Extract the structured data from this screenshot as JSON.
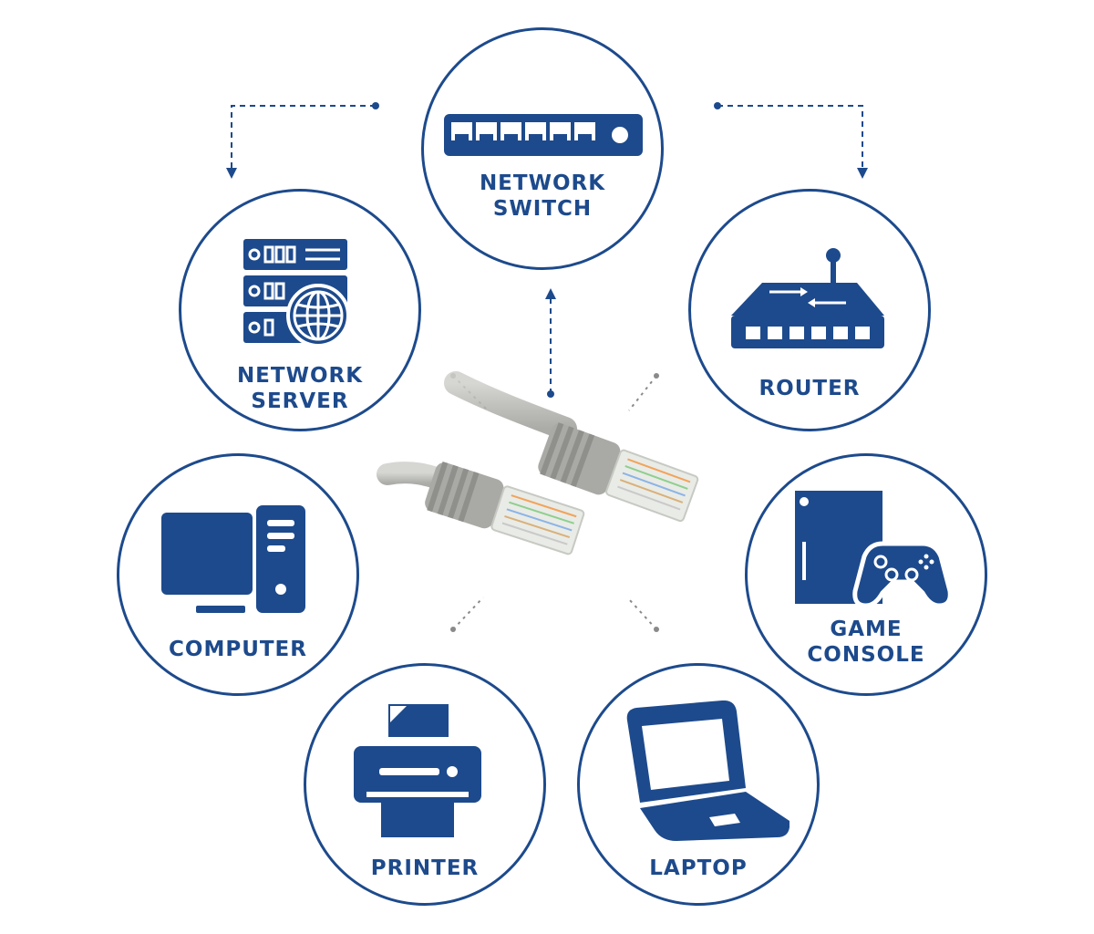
{
  "colors": {
    "primary": "#1d4a8c",
    "cable": "#b9bab5",
    "connector_dot": "#8a8a8a"
  },
  "center": {
    "icon": "ethernet-cable-icon"
  },
  "nodes": {
    "switch": {
      "label": "NETWORK\nSWITCH",
      "icon": "network-switch-icon"
    },
    "server": {
      "label": "NETWORK\nSERVER",
      "icon": "server-globe-icon"
    },
    "router": {
      "label": "ROUTER",
      "icon": "router-icon"
    },
    "computer": {
      "label": "COMPUTER",
      "icon": "desktop-computer-icon"
    },
    "console": {
      "label": "GAME\nCONSOLE",
      "icon": "game-console-icon"
    },
    "printer": {
      "label": "PRINTER",
      "icon": "printer-icon"
    },
    "laptop": {
      "label": "LAPTOP",
      "icon": "laptop-icon"
    }
  }
}
